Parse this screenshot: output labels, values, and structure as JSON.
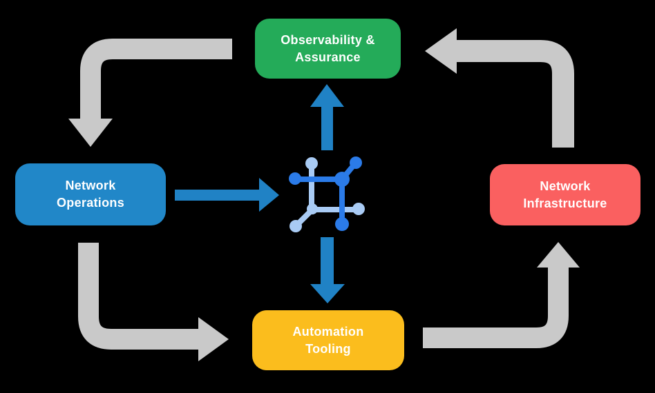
{
  "diagram": {
    "nodes": [
      {
        "id": "observability-assurance",
        "label": "Observability &\nAssurance",
        "color": "#24AB59"
      },
      {
        "id": "network-operations",
        "label": "Network\nOperations",
        "color": "#2187C8"
      },
      {
        "id": "network-infrastructure",
        "label": "Network\nInfrastructure",
        "color": "#FA6060"
      },
      {
        "id": "automation-tooling",
        "label": "Automation\nTooling",
        "color": "#FBBD1D"
      }
    ],
    "arrows": [
      {
        "id": "observability-to-operations",
        "style": "gray-elbow",
        "direction": "down"
      },
      {
        "id": "operations-to-tooling",
        "style": "gray-elbow",
        "direction": "right"
      },
      {
        "id": "tooling-to-infrastructure",
        "style": "gray-elbow",
        "direction": "up"
      },
      {
        "id": "infrastructure-to-observability",
        "style": "gray-elbow",
        "direction": "left"
      },
      {
        "id": "operations-to-center",
        "style": "blue",
        "direction": "right"
      },
      {
        "id": "center-to-observability",
        "style": "blue",
        "direction": "up"
      },
      {
        "id": "center-to-tooling",
        "style": "blue",
        "direction": "down"
      }
    ],
    "center_icon": "network-fabric-icon",
    "colors": {
      "background": "#000000",
      "text": "#FFFFFF",
      "arrow_gray": "#C9C9C9",
      "arrow_blue": "#2082C5",
      "icon_blue": "#2B7BE8",
      "icon_light_blue": "#A9CBF4"
    }
  }
}
